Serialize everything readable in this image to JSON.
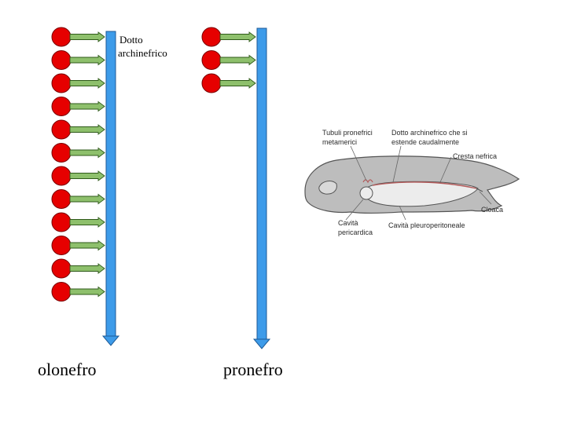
{
  "diagram": {
    "duct_label": "Dotto\narchinefrico",
    "left_label": "olonefro",
    "right_label": "pronefro",
    "left_tubule_count": 12,
    "right_tubule_count": 3,
    "colors": {
      "tubule": "#e60000",
      "tubule_outline": "#7a0000",
      "arrow": "#8ec06c",
      "arrow_outline": "#2f5a1a",
      "duct": "#3d9be9",
      "duct_outline": "#1d5a96",
      "embryo_fill": "#bdbdbd",
      "embryo_outline": "#555555"
    }
  },
  "inset": {
    "labels": {
      "tubuli": "Tubuli pronefrici\nmetamerici",
      "dotto": "Dotto archinefrico che si\nestende caudalmente",
      "cresta": "Cresta nefrica",
      "cloaca": "Cloaca",
      "pericardica": "Cavità\npericardica",
      "pleuro": "Cavità pleuroperitoneale"
    }
  }
}
